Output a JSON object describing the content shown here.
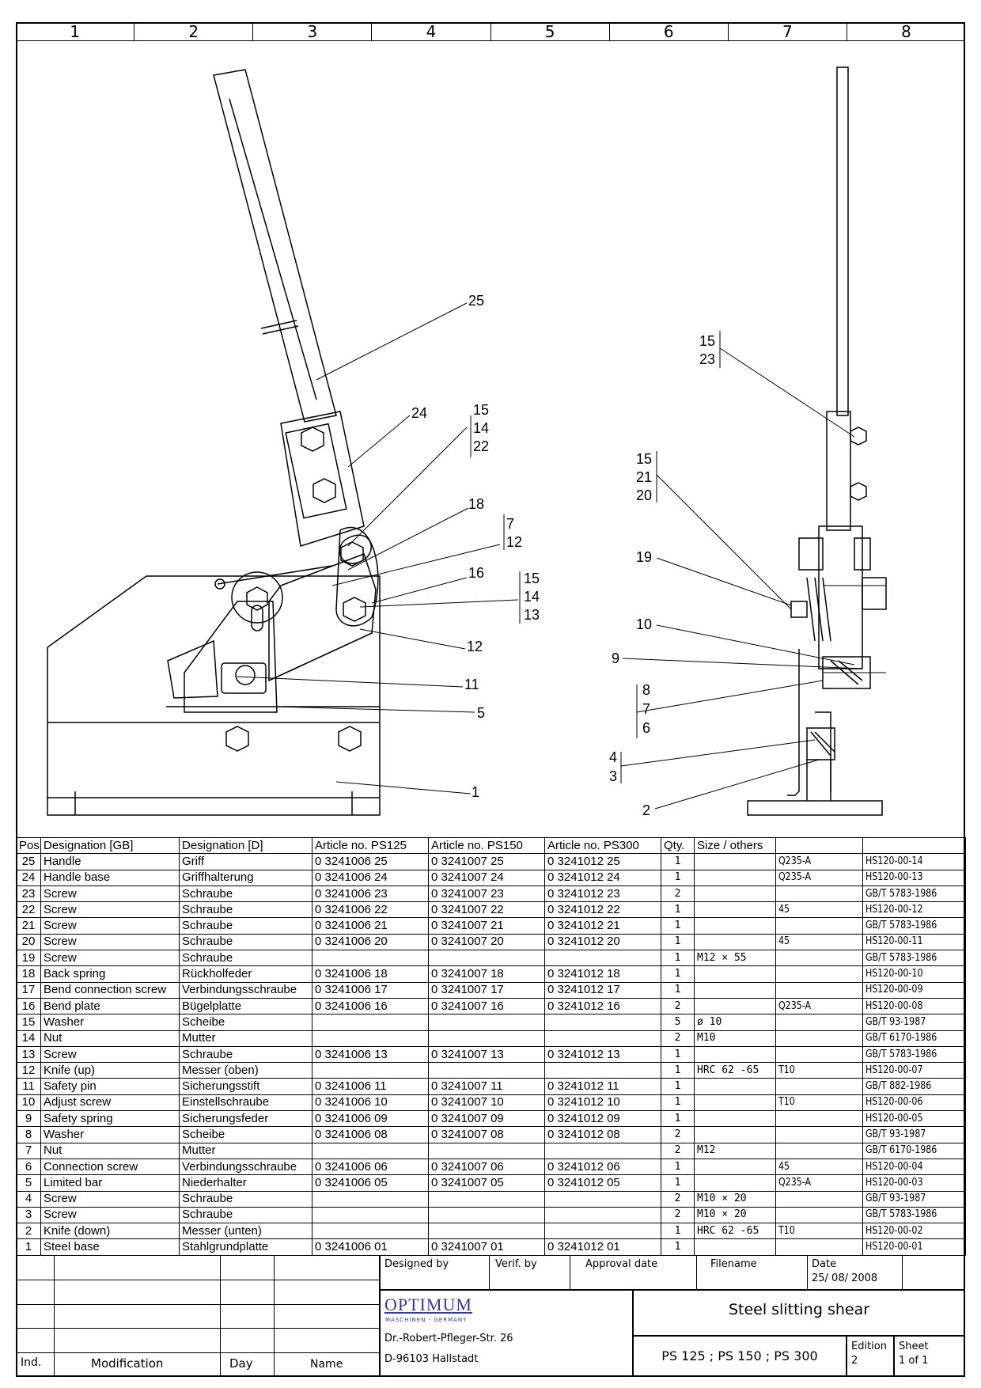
{
  "zones": [
    "1",
    "2",
    "3",
    "4",
    "5",
    "6",
    "7",
    "8"
  ],
  "callouts_side": [
    {
      "text": "25"
    },
    {
      "text": "24"
    },
    {
      "text": "15"
    },
    {
      "text": "14"
    },
    {
      "text": "22"
    },
    {
      "text": "18"
    },
    {
      "text": "7"
    },
    {
      "text": "12"
    },
    {
      "text": "16"
    },
    {
      "text": "15"
    },
    {
      "text": "14"
    },
    {
      "text": "13"
    },
    {
      "text": "12"
    },
    {
      "text": "11"
    },
    {
      "text": "5"
    },
    {
      "text": "1"
    }
  ],
  "callouts_front": [
    {
      "text": "15"
    },
    {
      "text": "23"
    },
    {
      "text": "15"
    },
    {
      "text": "21"
    },
    {
      "text": "20"
    },
    {
      "text": "19"
    },
    {
      "text": "10"
    },
    {
      "text": "9"
    },
    {
      "text": "8"
    },
    {
      "text": "7"
    },
    {
      "text": "6"
    },
    {
      "text": "4"
    },
    {
      "text": "3"
    },
    {
      "text": "2"
    }
  ],
  "table": {
    "headers": [
      "Pos.",
      "Designation [GB]",
      "Designation [D]",
      "Article no. PS125",
      "Article no. PS150",
      "Article no. PS300",
      "Qty.",
      "Size / others",
      "",
      ""
    ],
    "rows": [
      [
        "25",
        "Handle",
        "Griff",
        "0 3241006 25",
        "0 3241007 25",
        "0 3241012 25",
        "1",
        "",
        "Q235-A",
        "HS120-00-14"
      ],
      [
        "24",
        "Handle base",
        "Griffhalterung",
        "0 3241006 24",
        "0 3241007 24",
        "0 3241012 24",
        "1",
        "",
        "Q235-A",
        "HS120-00-13"
      ],
      [
        "23",
        "Screw",
        "Schraube",
        "0 3241006 23",
        "0 3241007 23",
        "0 3241012 23",
        "2",
        "",
        "",
        "GB/T 5783-1986"
      ],
      [
        "22",
        "Screw",
        "Schraube",
        "0 3241006 22",
        "0 3241007 22",
        "0 3241012 22",
        "1",
        "",
        "45",
        "HS120-00-12"
      ],
      [
        "21",
        "Screw",
        "Schraube",
        "0 3241006 21",
        "0 3241007 21",
        "0 3241012 21",
        "1",
        "",
        "",
        "GB/T 5783-1986"
      ],
      [
        "20",
        "Screw",
        "Schraube",
        "0 3241006 20",
        "0 3241007 20",
        "0 3241012 20",
        "1",
        "",
        "45",
        "HS120-00-11"
      ],
      [
        "19",
        "Screw",
        "Schraube",
        "",
        "",
        "",
        "1",
        "M12 × 55",
        "",
        "GB/T 5783-1986"
      ],
      [
        "18",
        "Back spring",
        "Rückholfeder",
        "0 3241006 18",
        "0 3241007 18",
        "0 3241012 18",
        "1",
        "",
        "",
        "HS120-00-10"
      ],
      [
        "17",
        "Bend connection screw",
        "Verbindungsschraube",
        "0 3241006 17",
        "0 3241007 17",
        "0 3241012 17",
        "1",
        "",
        "",
        "HS120-00-09"
      ],
      [
        "16",
        "Bend plate",
        "Bügelplatte",
        "0 3241006 16",
        "0 3241007 16",
        "0 3241012 16",
        "2",
        "",
        "Q235-A",
        "HS120-00-08"
      ],
      [
        "15",
        "Washer",
        "Scheibe",
        "",
        "",
        "",
        "5",
        "ø 10",
        "",
        "GB/T 93-1987"
      ],
      [
        "14",
        "Nut",
        "Mutter",
        "",
        "",
        "",
        "2",
        "M10",
        "",
        "GB/T 6170-1986"
      ],
      [
        "13",
        "Screw",
        "Schraube",
        "0 3241006 13",
        "0 3241007 13",
        "0 3241012 13",
        "1",
        "",
        "",
        "GB/T 5783-1986"
      ],
      [
        "12",
        "Knife (up)",
        "Messer (oben)",
        "",
        "",
        "",
        "1",
        "HRC 62 -65",
        "T10",
        "HS120-00-07"
      ],
      [
        "11",
        "Safety pin",
        "Sicherungsstift",
        "0 3241006 11",
        "0 3241007 11",
        "0 3241012 11",
        "1",
        "",
        "",
        "GB/T 882-1986"
      ],
      [
        "10",
        "Adjust screw",
        "Einstellschraube",
        "0 3241006 10",
        "0 3241007 10",
        "0 3241012 10",
        "1",
        "",
        "T10",
        "HS120-00-06"
      ],
      [
        "9",
        "Safety spring",
        "Sicherungsfeder",
        "0 3241006 09",
        "0 3241007 09",
        "0 3241012 09",
        "1",
        "",
        "",
        "HS120-00-05"
      ],
      [
        "8",
        "Washer",
        "Scheibe",
        "0 3241006 08",
        "0 3241007 08",
        "0 3241012 08",
        "2",
        "",
        "",
        "GB/T 93-1987"
      ],
      [
        "7",
        "Nut",
        "Mutter",
        "",
        "",
        "",
        "2",
        "M12",
        "",
        "GB/T 6170-1986"
      ],
      [
        "6",
        "Connection screw",
        "Verbindungsschraube",
        "0 3241006 06",
        "0 3241007 06",
        "0 3241012 06",
        "1",
        "",
        "45",
        "HS120-00-04"
      ],
      [
        "5",
        "Limited bar",
        "Niederhalter",
        "0 3241006 05",
        "0 3241007 05",
        "0 3241012 05",
        "1",
        "",
        "Q235-A",
        "HS120-00-03"
      ],
      [
        "4",
        "Screw",
        "Schraube",
        "",
        "",
        "",
        "2",
        "M10 × 20",
        "",
        "GB/T 93-1987"
      ],
      [
        "3",
        "Screw",
        "Schraube",
        "",
        "",
        "",
        "2",
        "M10 × 20",
        "",
        "GB/T 5783-1986"
      ],
      [
        "2",
        "Knife (down)",
        "Messer (unten)",
        "",
        "",
        "",
        "1",
        "HRC 62 -65",
        "T10",
        "HS120-00-02"
      ],
      [
        "1",
        "Steel base",
        "Stahlgrundplatte",
        "0 3241006 01",
        "0 3241007 01",
        "0 3241012 01",
        "1",
        "",
        "",
        "HS120-00-01"
      ]
    ]
  },
  "title_block": {
    "designed_by": "Designed by",
    "verif_by": "Verif. by",
    "approval_date": "Approval date",
    "filename": "Filename",
    "date_label": "Date",
    "date_value": "25/ 08/ 2008",
    "company": "OPTIMUM",
    "company_tagline": "MASCHINEN - GERMANY",
    "address_line1": "Dr.-Robert-Pfleger-Str. 26",
    "address_line2": "D-96103 Hallstadt",
    "product_name": "Steel slitting shear",
    "models": "PS 125 ; PS 150 ; PS 300",
    "edition_label": "Edition",
    "edition_value": "2",
    "sheet_label": "Sheet",
    "sheet_value": "1 of 1",
    "rev_ind": "Ind.",
    "rev_modification": "Modification",
    "rev_day": "Day",
    "rev_name": "Name"
  }
}
